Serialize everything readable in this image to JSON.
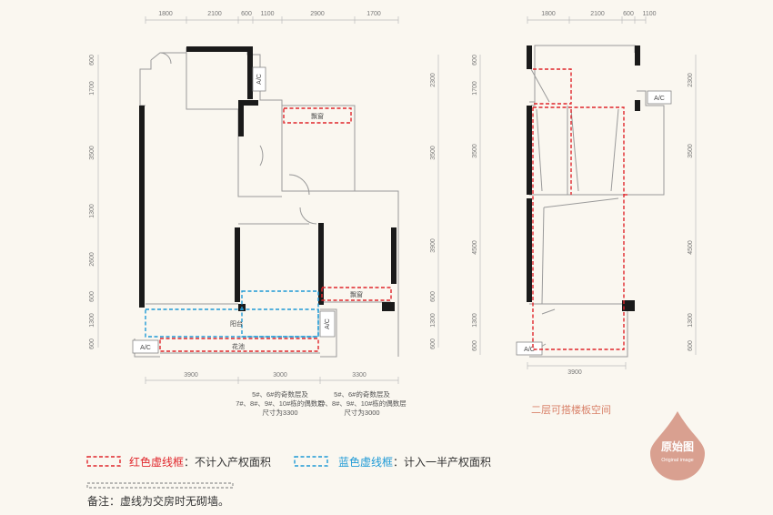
{
  "plan1": {
    "top_dims": [
      "1800",
      "2100",
      "600",
      "1100",
      "2900",
      "1700"
    ],
    "left_dims": [
      "600",
      "1700",
      "3500",
      "1300",
      "2600",
      "600",
      "1300",
      "600"
    ],
    "right_dims": [
      "2300",
      "3500",
      "3900",
      "600",
      "1300",
      "600"
    ],
    "bottom_dims": [
      "3900",
      "3000",
      "3300"
    ],
    "ac": [
      "A/C",
      "A/C",
      "A/C"
    ],
    "bay_window_top": "飘窗",
    "bay_window_bottom": "飘窗",
    "balcony": "阳台",
    "planter": "花池",
    "note1": [
      "5#、6#的奇数层及",
      "7#、8#、9#、10#栋的偶数层",
      "尺寸为3300"
    ],
    "note2": [
      "5#、6#的奇数层及",
      "7#、8#、9#、10#栋的偶数层",
      "尺寸为3000"
    ]
  },
  "plan2": {
    "top_dims": [
      "1800",
      "2100",
      "600",
      "1100"
    ],
    "left_dims": [
      "600",
      "1700",
      "3500",
      "4500",
      "1300",
      "600"
    ],
    "right_dims": [
      "2300",
      "3500",
      "4500",
      "1300",
      "600"
    ],
    "bottom_dims": [
      "3900"
    ],
    "ac": [
      "A/C",
      "A/C"
    ],
    "caption": "二层可搭楼板空间"
  },
  "badge": {
    "title": "原始图",
    "subtitle": "Original image",
    "color": "#d9a090"
  },
  "legend": {
    "red_label": "红色虚线框",
    "red_text": "：不计入产权面积",
    "blue_label": "蓝色虚线框",
    "blue_text": "：计入一半产权面积",
    "red_color": "#e0262b",
    "blue_color": "#1e9ad6",
    "remark": "备注：虚线为交房时无砌墙。"
  }
}
